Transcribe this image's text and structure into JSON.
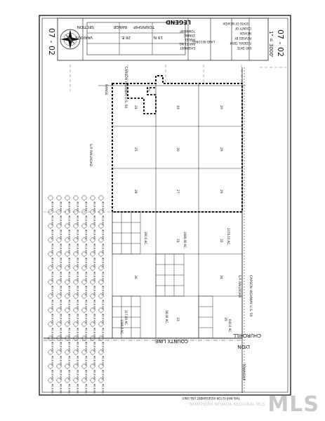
{
  "sheet": {
    "map_number_top": "07 - 02",
    "map_number_bottom": "07 - 02",
    "scale": "1\" = 3000'",
    "title_block": {
      "headers": [
        "TOWNSHIP",
        "RANGE",
        "SECTION"
      ],
      "values": [
        "19 N.",
        "26 E.",
        "VARIOUS"
      ],
      "legend_title": "LEGEND",
      "legend_items": [
        "TOWNSHIP",
        "ZONING",
        "PARCEL",
        "PARCEL NO.",
        "EASEMENT"
      ],
      "area_label": "LAND RECORDS",
      "state_label": "STATE OF NEVADA",
      "county_lines": [
        "COUNTY OF",
        "NEVADA",
        "REVISED BY",
        "FEDERAL TERM",
        "EXP. DATE"
      ]
    },
    "annotations": {
      "highway_top": "CARSON HIGHWAY U.S. 50",
      "highway_right": "CARSON HIGHWAY U.S. 50",
      "sp_railroad_left": "S.P. RAILROAD",
      "sp_railroad_right": "S.P. RAILROAD",
      "county_line": "COUNTY LINE",
      "churchill": "CHURCHILL",
      "lyon": "LYON",
      "range_label": "RANGE",
      "township_label": "TOWNSHIP",
      "footer_note": "THIS MAP IS FOR ASSESSMENT USE ONLY"
    },
    "parcel_list": {
      "columns": [
        {
          "id": "01",
          "rows": [
            "40.0 AC.",
            "40.0 AC.",
            "40.0 AC.",
            "40.0 AC.",
            "40.0 AC.",
            "40.0 AC.",
            "40.0 AC.",
            "40.0 AC.",
            "40.0 AC.",
            "40.0 AC.",
            "40.0 AC.",
            "40.0 AC.",
            "40.0 AC.",
            "40.0 AC."
          ]
        },
        {
          "id": "02",
          "rows": [
            "40.0 AC.",
            "40.0 AC.",
            "40.0 AC.",
            "40.0 AC.",
            "40.0 AC.",
            "40.0 AC.",
            "40.0 AC.",
            "40.0 AC.",
            "40.0 AC.",
            "40.0 AC.",
            "40.0 AC.",
            "40.0 AC.",
            "40.0 AC.",
            "40.0 AC."
          ]
        },
        {
          "id": "03",
          "rows": [
            "40.0 AC.",
            "40.0 AC.",
            "40.0 AC.",
            "40.0 AC.",
            "40.0 AC.",
            "40.0 AC.",
            "40.0 AC.",
            "40.0 AC.",
            "40.0 AC.",
            "40.0 AC.",
            "40.0 AC.",
            "40.0 AC.",
            "40.0 AC.",
            "40.0 AC."
          ]
        },
        {
          "id": "04",
          "rows": [
            "40.0 AC.",
            "40.0 AC.",
            "40.0 AC.",
            "40.0 AC.",
            "40.0 AC.",
            "40.0 AC.",
            "40.0 AC.",
            "40.0 AC.",
            "40.0 AC.",
            "40.0 AC.",
            "40.0 AC.",
            "40.0 AC.",
            "40.0 AC.",
            "40.0 AC."
          ]
        },
        {
          "id": "05",
          "rows": [
            "40.0 AC.",
            "40.0 AC.",
            "40.0 AC.",
            "40.0 AC.",
            "40.0 AC.",
            "40.0 AC.",
            "40.0 AC.",
            "40.0 AC.",
            "40.0 AC.",
            "40.0 AC.",
            "40.0 AC.",
            "40.0 AC.",
            "40.0 AC.",
            "40.0 AC."
          ]
        },
        {
          "id": "06",
          "rows": [
            "40.0 AC.",
            "40.0 AC.",
            "40.0 AC.",
            "40.0 AC.",
            "40.0 AC.",
            "40.0 AC.",
            "40.0 AC.",
            "40.0 AC.",
            "40.0 AC.",
            "40.0 AC.",
            "40.0 AC.",
            "40.0 AC.",
            "40.0 AC.",
            "40.0 AC."
          ]
        },
        {
          "id": "07",
          "rows": [
            "40.0 AC.",
            "40.0 AC.",
            "40.0 AC.",
            "40.0 AC.",
            "40.0 AC.",
            "40.0 AC.",
            "40.0 AC.",
            "40.0 AC.",
            "40.0 AC.",
            "40.0 AC.",
            "40.0 AC.",
            "40.0 AC.",
            "40.0 AC.",
            "40.0 AC."
          ]
        }
      ]
    },
    "sections": [
      "24",
      "19",
      "20",
      "21",
      "25",
      "30",
      "29",
      "28",
      "27",
      "26",
      "36",
      "31",
      "32",
      "33",
      "34",
      "35"
    ],
    "acreage_labels": [
      "360.0 AC.",
      "1680.00 AC.",
      "2370.10 AC.",
      "1280.0 AC.",
      "640.0 AC.",
      "217.00 AC.",
      "38.00 AC."
    ]
  },
  "watermark": {
    "text": "NORTHERN NEVADA REGIONAL MLS",
    "brand": "MLS"
  }
}
